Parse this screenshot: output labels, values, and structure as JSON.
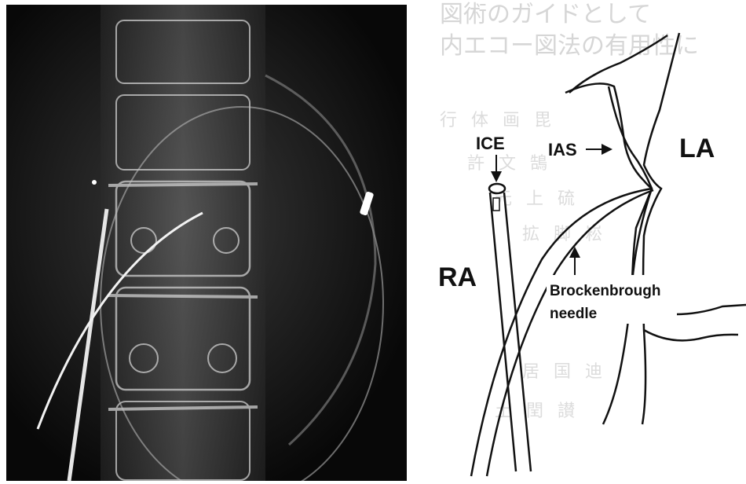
{
  "figure": {
    "image": {
      "description_icon": "fluoroscopy-image"
    },
    "labels": {
      "ice": "ICE",
      "ias": "IAS",
      "la": "LA",
      "ra": "RA",
      "needle_line1": "Brockenbrough",
      "needle_line2": "needle"
    },
    "background_text": {
      "line1": "図術のガイドとして",
      "line2": "内エコー図法の有用性に",
      "column1": [
        "行",
        "体",
        "画",
        "毘"
      ],
      "column2": [
        "許",
        "文",
        "鵠"
      ],
      "column3": [
        "元",
        "上",
        "硫"
      ],
      "column4": [
        "拡",
        "脚",
        "崧"
      ],
      "column5": [
        "居",
        "国",
        "迪"
      ],
      "column6": [
        "土",
        "閏",
        "讃"
      ]
    }
  }
}
